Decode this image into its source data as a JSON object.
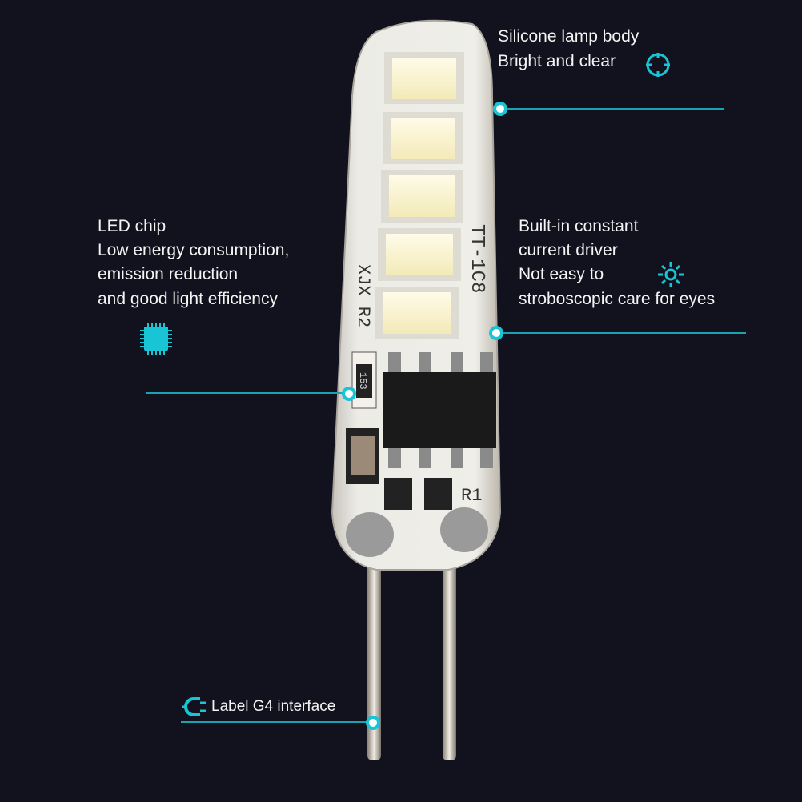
{
  "callouts": {
    "silicone": {
      "line1": "Silicone lamp body",
      "line2": "Bright and clear",
      "icon": "crosshair-icon"
    },
    "led_chip": {
      "line1": "LED chip",
      "line2": "Low energy consumption,",
      "line3": "emission reduction",
      "line4": "and good light efficiency",
      "icon": "chip-icon"
    },
    "driver": {
      "line1": "Built-in constant",
      "line2": "current driver",
      "line3": "Not easy to",
      "line4": "stroboscopic care for eyes",
      "icon": "sun-icon"
    },
    "interface": {
      "label": "Label G4 interface",
      "icon": "plug-icon"
    }
  },
  "pcb_markings": {
    "model": "TT-1C8",
    "code": "XJX R2",
    "resistor": "153",
    "r1": "R1"
  },
  "colors": {
    "accent": "#19c4d4",
    "background": "#12121f"
  }
}
